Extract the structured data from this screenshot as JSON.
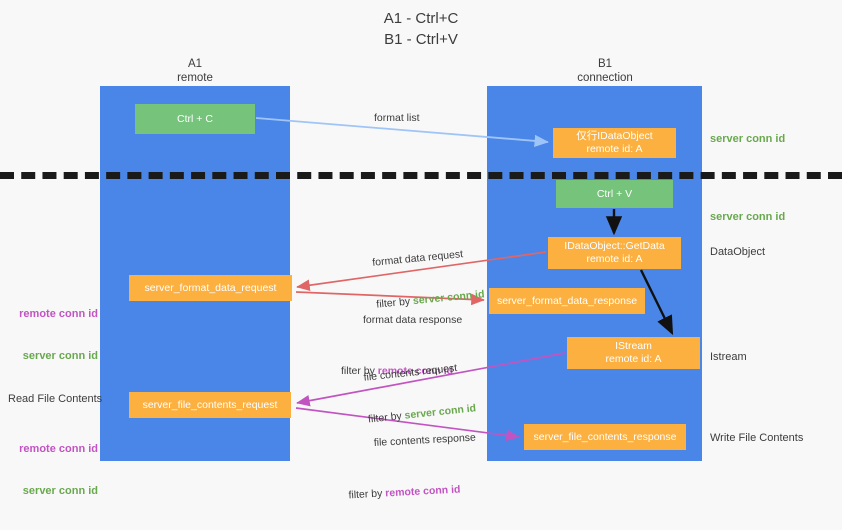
{
  "title": "A1 - Ctrl+C\nB1 - Ctrl+V",
  "columns": {
    "a1": "A1\nremote",
    "b1": "B1\nconnection"
  },
  "boxes": {
    "ctrl_c": "Ctrl + C",
    "ctrl_v": "Ctrl + V",
    "idataobject": "仅行IDataObject\nremote id: A",
    "getdata": "IDataObject::GetData\nremote id: A",
    "istream": "IStream\nremote id: A",
    "format_data_request": "server_format_data_request",
    "format_data_response": "server_format_data_response",
    "file_contents_request": "server_file_contents_request",
    "file_contents_response": "server_file_contents_response"
  },
  "flows": {
    "format_list": "format list",
    "format_data_request_l1": "format data request",
    "format_data_request_l2_prefix": "filter by ",
    "format_data_request_l2_key": "server conn id",
    "format_data_response_l1": "format data response",
    "format_data_response_l2_prefix": "filter by ",
    "format_data_response_l2_key": "remote conn id",
    "file_contents_request_l1": "file contents request",
    "file_contents_request_l2_prefix": "filter by ",
    "file_contents_request_l2_key": "server conn id",
    "file_contents_response_l1": "file contents response",
    "file_contents_response_l2_prefix": "filter by ",
    "file_contents_response_l2_key": "remote conn id"
  },
  "side_labels": {
    "server_conn_id_top": "server conn id",
    "server_conn_id_mid": "server conn id",
    "dataobject": "DataObject",
    "istream": "Istream",
    "write_file_contents": "Write File Contents",
    "read_file_contents": "Read File Contents",
    "remote_conn_id": "remote conn id",
    "server_conn_id": "server conn id"
  },
  "colors": {
    "lane": "#4a86e8",
    "green_box": "#76c37c",
    "orange_box": "#fbb040",
    "server_conn_id": "#6aa84f",
    "remote_conn_id": "#c254c2",
    "arrow_format_list": "#9fc5f8",
    "arrow_format_data": "#e06666",
    "arrow_file_contents": "#c254c2",
    "arrow_internal": "#111111",
    "background": "#f8f8f8"
  }
}
